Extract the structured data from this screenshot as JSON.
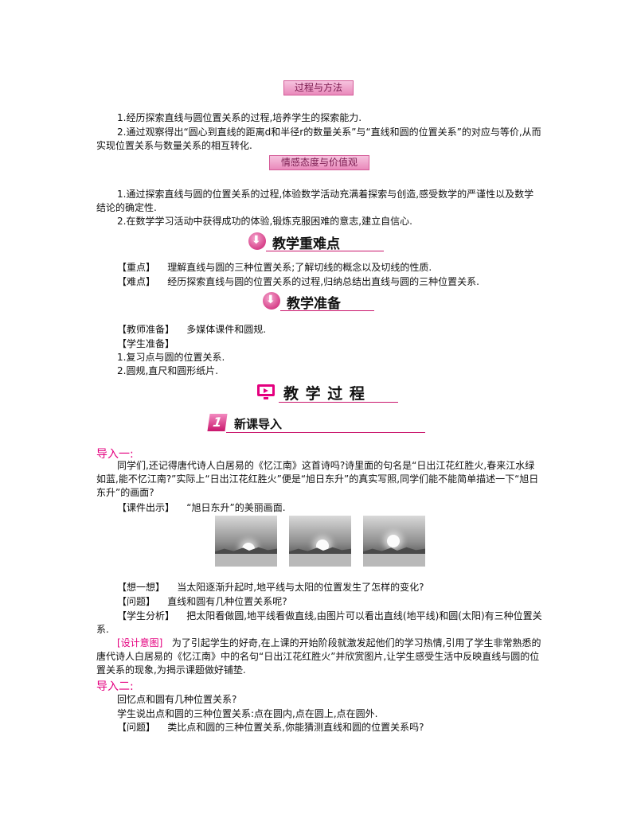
{
  "process_method": {
    "tag": "过程与方法",
    "items": [
      "1.经历探索直线与圆位置关系的过程,培养学生的探索能力.",
      "2.通过观察得出“圆心到直线的距离d和半径r的数量关系”与“直线和圆的位置关系”的对应与等价,从而实现位置关系与数量关系的相互转化."
    ]
  },
  "emotion": {
    "tag": "情感态度与价值观",
    "items": [
      "1.通过探索直线与圆的位置关系的过程,体验数学活动充满着探索与创造,感受数学的严谨性以及数学结论的确定性.",
      "2.在数学学习活动中获得成功的体验,锻炼克服困难的意志,建立自信心."
    ]
  },
  "key_points": {
    "heading": "教学重难点",
    "focus_label": "【重点】",
    "focus_text": "理解直线与圆的三种位置关系;了解切线的概念以及切线的性质.",
    "difficulty_label": "【难点】",
    "difficulty_text": "经历探索直线与圆的位置关系的过程,归纳总结出直线与圆的三种位置关系."
  },
  "preparation": {
    "heading": "教学准备",
    "teacher_label": "【教师准备】",
    "teacher_text": "多媒体课件和圆规.",
    "student_label": "【学生准备】",
    "student_items": [
      "1.复习点与圆的位置关系.",
      "2.圆规,直尺和圆形纸片."
    ]
  },
  "process": {
    "heading": "教 学 过 程",
    "new_lesson_num": "1",
    "new_lesson": "新课导入"
  },
  "intro1": {
    "label": "导入一:",
    "para": "同学们,还记得唐代诗人白居易的《忆江南》这首诗吗?诗里面的句名是“日出江花红胜火,春来江水绿如蓝,能不忆江南?”实际上“日出江花红胜火”便是“旭日东升”的真实写照,同学们能不能简单描述一下“旭日东升”的画面?",
    "show_label": "【课件出示】",
    "show_text": "“旭日东升”的美丽画面.",
    "think_label": "【想一想】",
    "think_text": "当太阳逐渐升起时,地平线与太阳的位置发生了怎样的变化?",
    "question_label": "【问题】",
    "question_text": "直线和圆有几种位置关系呢?",
    "analysis_label": "【学生分析】",
    "analysis_text": "把太阳看做圆,地平线看做直线,由图片可以看出直线(地平线)和圆(太阳)有三种位置关系.",
    "design_label": "[设计意图]",
    "design_text": "为了引起学生的好奇,在上课的开始阶段就激发起他们的学习热情,引用了学生非常熟悉的唐代诗人白居易的《忆江南》中的名句“日出江花红胜火”并欣赏图片,让学生感受生活中反映直线与圆的位置关系的现象,为揭示课题做好铺垫."
  },
  "intro2": {
    "label": "导入二:",
    "line1": "回忆点和圆有几种位置关系?",
    "line2": "学生说出点和圆的三种位置关系:点在圆内,点在圆上,点在圆外.",
    "question_label": "【问题】",
    "question_text": "类比点和圆的三种位置关系,你能猜测直线和圆的位置关系吗?"
  },
  "colors": {
    "accent": "#e4007f",
    "tag_bg": "#f2aed2"
  },
  "icons": {
    "section": "down-arrow-circle-icon",
    "process": "monitor-icon"
  }
}
